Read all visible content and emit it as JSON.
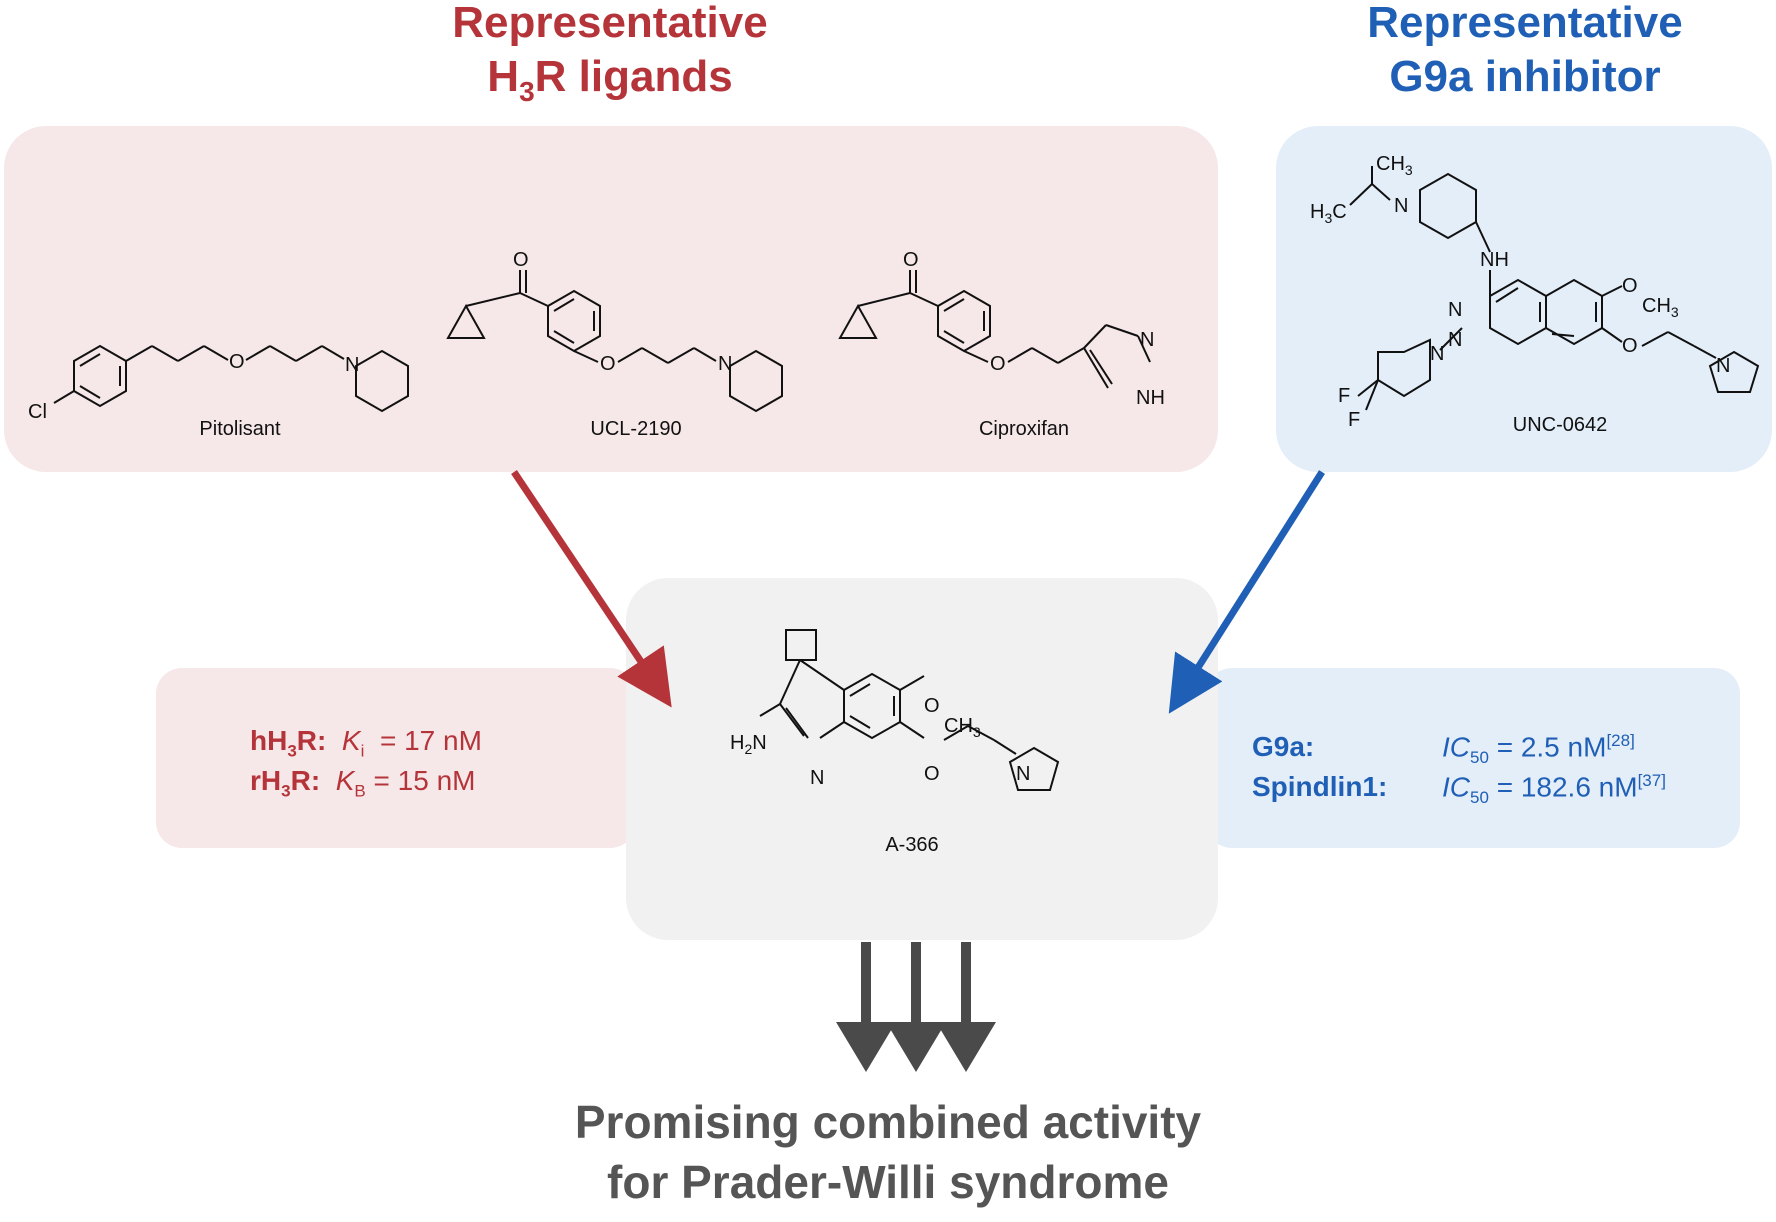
{
  "headings": {
    "h3r": {
      "line1": "Representative",
      "line2_pre": "H",
      "line2_sub": "3",
      "line2_post": "R ligands"
    },
    "g9a": {
      "line1": "Representative",
      "line2": "G9a inhibitor"
    }
  },
  "molecules": {
    "pitolisant": "Pitolisant",
    "ucl": "UCL-2190",
    "ciproxifan": "Ciproxifan",
    "unc": "UNC-0642",
    "a366": "A-366"
  },
  "h3r_activity": {
    "row1": {
      "label_pre": "hH",
      "label_sub": "3",
      "label_post": "R:",
      "param": "K",
      "param_sub": "i",
      "value": "= 17 nM"
    },
    "row2": {
      "label_pre": "rH",
      "label_sub": "3",
      "label_post": "R:",
      "param": "K",
      "param_sub": "B",
      "value": "= 15 nM"
    }
  },
  "g9a_activity": {
    "row1": {
      "label": "G9a:",
      "param": "IC",
      "param_sub": "50",
      "value": "= 2.5 nM",
      "ref": "[28]"
    },
    "row2": {
      "label": "Spindlin1:",
      "param": "IC",
      "param_sub": "50",
      "value": "= 182.6 nM",
      "ref": "[37]"
    }
  },
  "conclusion": {
    "line1": "Promising combined activity",
    "line2": "for Prader-Willi syndrome"
  },
  "colors": {
    "red": "#b5343a",
    "blue": "#1f5fb5",
    "gray": "#555555"
  }
}
